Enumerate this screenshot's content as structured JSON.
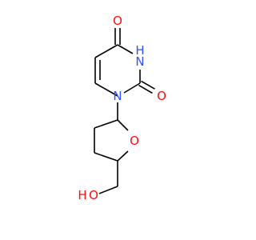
{
  "molecule": {
    "atoms": {
      "o_top": "O",
      "nh_h": "H",
      "nh_n": "N",
      "o_right": "O",
      "n1": "N",
      "o_ring": "O",
      "oh_h": "H",
      "oh_o": "O"
    },
    "colors": {
      "bond": "#000000",
      "oxygen": "#ff0d0d",
      "nitrogen": "#3050f8",
      "background": "#ffffff"
    }
  }
}
